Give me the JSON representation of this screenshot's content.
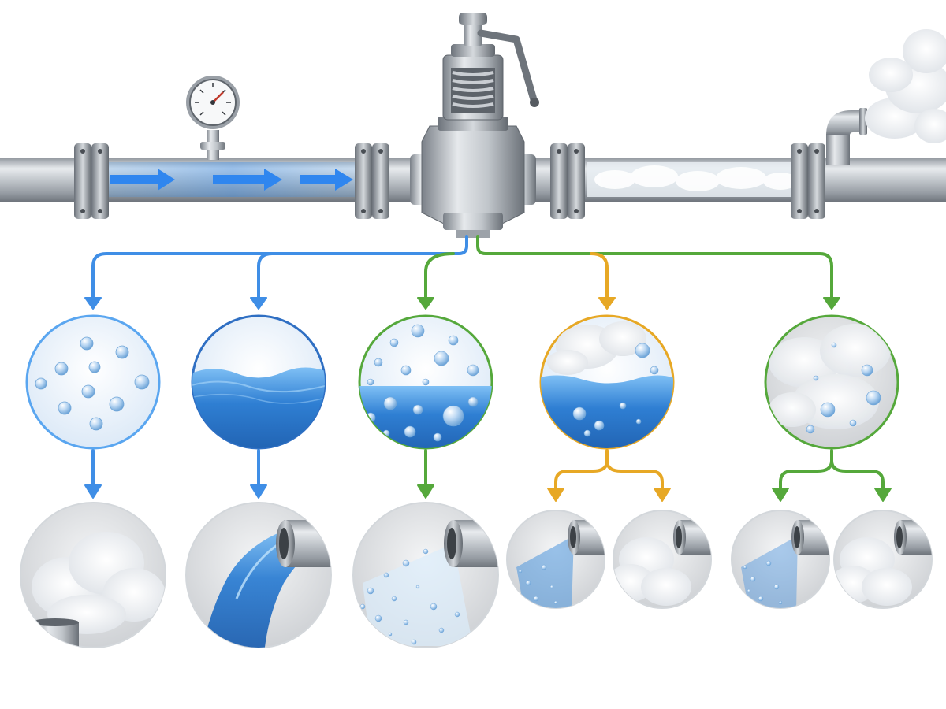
{
  "diagram": {
    "description_text": [],
    "pipeline": {
      "inlet_flow_arrows": 3,
      "components": [
        "pressure-gauge",
        "pressure-relief-valve",
        "flanged-pipe",
        "vent-elbow"
      ]
    },
    "branches": [
      {
        "id": "branch-1",
        "media": "gas-bubbles",
        "outlets": [
          "vapor-discharge"
        ]
      },
      {
        "id": "branch-2",
        "media": "liquid",
        "outlets": [
          "liquid-discharge"
        ]
      },
      {
        "id": "branch-3",
        "media": "two-phase-bubbly",
        "outlets": [
          "spray-discharge"
        ]
      },
      {
        "id": "branch-4",
        "media": "liquid-with-vapor-space",
        "outlets": [
          "spray-discharge",
          "vapor-discharge"
        ]
      },
      {
        "id": "branch-5",
        "media": "vapor-with-droplets",
        "outlets": [
          "spray-discharge",
          "vapor-discharge"
        ]
      }
    ],
    "colors": {
      "blue": "#3f8ee6",
      "green": "#55a83b",
      "amber": "#e7a825",
      "pipe": "#b9bec4",
      "pipe_dark": "#7c8289",
      "vapor": "#e7ebef",
      "water": "#3a84d6"
    }
  }
}
